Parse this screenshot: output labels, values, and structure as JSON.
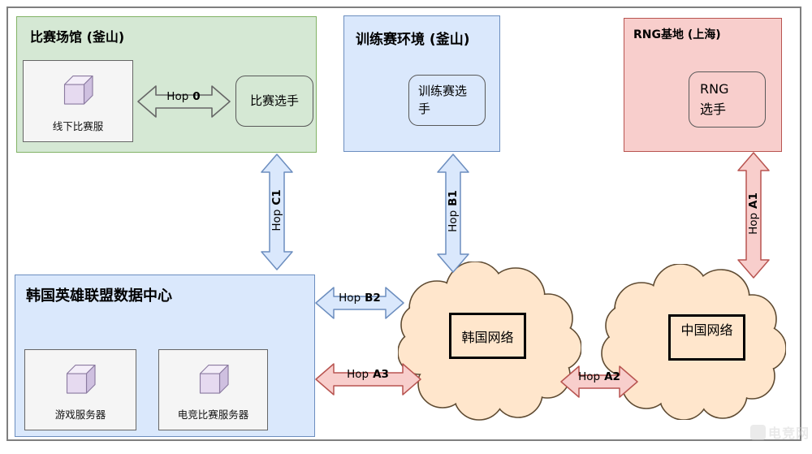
{
  "panels": {
    "venue": {
      "title": "比赛场馆 (釜山)",
      "server": {
        "label": "线下比赛服"
      },
      "players": {
        "label": "比赛选手"
      }
    },
    "training": {
      "title": "训练赛环境 (釜山)",
      "players": {
        "label": "训练赛选\n手"
      }
    },
    "rng_base": {
      "title": "RNG基地 (上海)",
      "players": {
        "label": "RNG\n选手"
      }
    },
    "datacenter": {
      "title": "韩国英雄联盟数据中心",
      "game_server": {
        "label": "游戏服务器"
      },
      "esports_server": {
        "label": "电竞比赛服务器"
      }
    }
  },
  "clouds": {
    "korea": {
      "label": "韩国网络"
    },
    "china": {
      "label": "中国网络"
    }
  },
  "hops": {
    "hop0": {
      "prefix": "Hop",
      "code": "0"
    },
    "c1": {
      "prefix": "Hop",
      "code": "C1"
    },
    "b1": {
      "prefix": "Hop",
      "code": "B1"
    },
    "a1": {
      "prefix": "Hop",
      "code": "A1"
    },
    "b2": {
      "prefix": "Hop",
      "code": "B2"
    },
    "a3": {
      "prefix": "Hop",
      "code": "A3"
    },
    "a2": {
      "prefix": "Hop",
      "code": "A2"
    }
  },
  "watermark": {
    "text": "电竞网"
  },
  "colors": {
    "green_fill": "#d5e8d4",
    "green_stroke": "#82b366",
    "blue_fill": "#dae8fc",
    "blue_stroke": "#6c8ebf",
    "red_fill": "#f8cecc",
    "red_stroke": "#b85450",
    "gray_fill": "#f5f5f5",
    "gray_stroke": "#666666",
    "cloud_fill": "#ffe6cc",
    "cloud_stroke": "#5f4b32",
    "cube_fill": "#e1d5e7",
    "cube_stroke": "#9673a6",
    "frame_stroke": "#7f7f7f"
  }
}
